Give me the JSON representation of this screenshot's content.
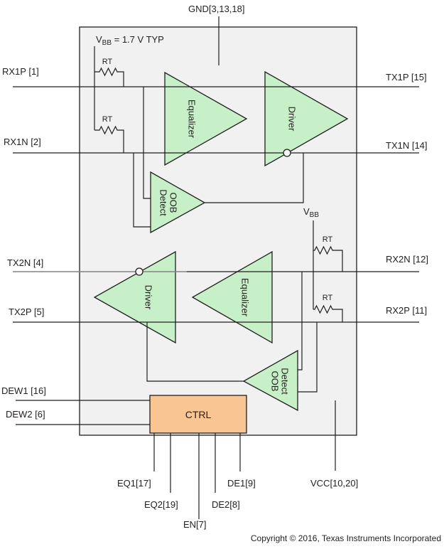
{
  "figure": {
    "kind": "functional block diagram",
    "copyright": "Copyright © 2016, Texas Instruments Incorporated"
  },
  "pins": {
    "gnd": "GND[3,13,18]",
    "vcc": "VCC[10,20]",
    "rx1p": "RX1P [1]",
    "rx1n": "RX1N [2]",
    "tx2n": "TX2N [4]",
    "tx2p": "TX2P [5]",
    "dew1": "DEW1 [16]",
    "dew2": "DEW2 [6]",
    "tx1p": "TX1P [15]",
    "tx1n": "TX1N [14]",
    "rx2n": "RX2N [12]",
    "rx2p": "RX2P [11]",
    "eq1": "EQ1[17]",
    "eq2": "EQ2[19]",
    "en": "EN[7]",
    "de2": "DE2[8]",
    "de1": "DE1[9]"
  },
  "blocks": {
    "equalizer": "Equalizer",
    "driver": "Driver",
    "oob_line1": "OOB",
    "oob_line2": "Detect",
    "ctrl": "CTRL"
  },
  "annotations": {
    "rt": "RT",
    "vbb_v": "V",
    "vbb_sub": "BB",
    "vbb_note_rest": " = 1.7 V TYP"
  },
  "colors": {
    "block_green": "#C8F0C8",
    "ctrl_orange": "#F9C593",
    "box_fill": "#F1F1F1",
    "wire_black": "#1F1F1F",
    "wire_gray": "#848484",
    "bubble_fill": "#F4F4F4"
  }
}
